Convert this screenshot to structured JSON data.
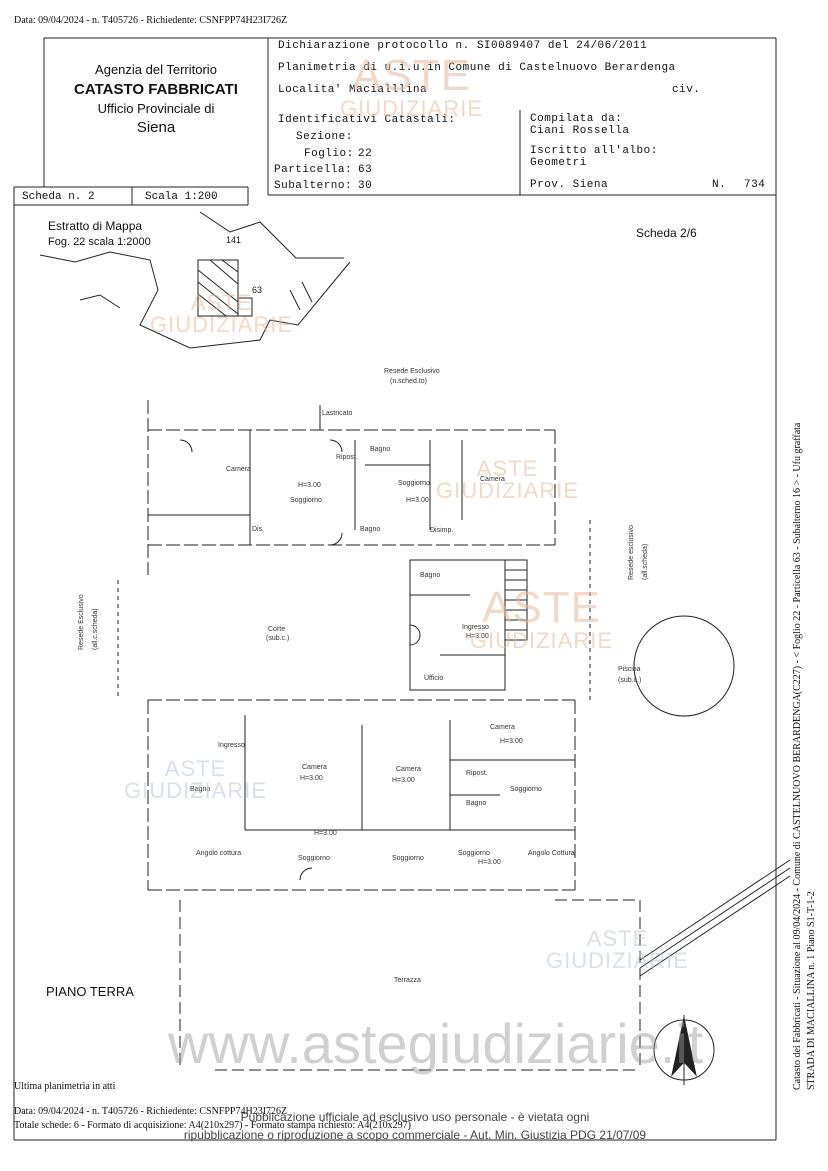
{
  "top_line": "Data: 09/04/2024 - n. T405726 - Richiedente: CSNFPP74H23I726Z",
  "header_left": {
    "agency": "Agenzia del Territorio",
    "catasto": "CATASTO FABBRICATI",
    "ufficio": "Ufficio Provinciale di",
    "city": "Siena"
  },
  "header_right": {
    "dichiarazione": "Dichiarazione protocollo n. SI0089407 del 24/06/2011",
    "planimetria": "Planimetria di u.i.u.in Comune di Castelnuovo Berardenga",
    "localita": "Localita' Macialllina",
    "civ": "civ.",
    "identificativi": "Identificativi Catastali:",
    "sezione_label": "Sezione:",
    "sezione_value": "",
    "foglio_label": "Foglio:",
    "foglio_value": "22",
    "particella_label": "Particella:",
    "particella_value": "63",
    "subalterno_label": "Subalterno:",
    "subalterno_value": "30",
    "compilata_label": "Compilata da:",
    "compilata_value": "Ciani Rossella",
    "iscritto_label": "Iscritto all'albo:",
    "iscritto_value": "Geometri",
    "prov_label": "Prov. Siena",
    "n_label": "N.",
    "n_value": "734"
  },
  "scheda_bar": {
    "scheda": "Scheda n. 2",
    "scala": "Scala 1:200"
  },
  "estratto": {
    "title": "Estratto di Mappa",
    "sub": "Fog. 22 scala 1:2000",
    "num_141": "141",
    "num_63": "63"
  },
  "scheda_right": "Scheda 2/6",
  "piano": "PIANO TERRA",
  "ultima": "Ultima planimetria in atti",
  "footer": {
    "line1": "Data: 09/04/2024 - n. T405726 - Richiedente: CSNFPP74H23I726Z",
    "line2": "Totale schede: 6 - Formato di acquisizione: A4(210x297) - Formato stampa richiesto: A4(210x297)",
    "pub1": "Pubblicazione ufficiale ad esclusivo uso personale - è vietata ogni",
    "pub2": "ripubblicazione o riproduzione a scopo commerciale - Aut. Min. Giustizia PDG 21/07/09"
  },
  "side_text": {
    "line1": "Catasto dei Fabbricati - Situazione al 09/04/2024 - Comune di CASTELNUOVO BERARDENGA(C227) - < Foglio 22 - Particella 63 - Subalterno 16 > - Ufu graffata",
    "line2": "STRADA DI MACIALLINA n. 1 Piano S1-T-1-2"
  },
  "watermark": {
    "aste": "ASTE",
    "giudiziarie": "GIUDIZIARIE",
    "site": "www.astegiudiziarie.it"
  },
  "rooms": {
    "resede_top": "Resede Esclusivo",
    "non_scheda": "(n.sched.to)",
    "lastricato": "Lastricato",
    "bagno1": "Bagno",
    "ripost1": "Ripost.",
    "camera1": "Camera",
    "h1": "H=3.00",
    "soggiorno1": "Soggiorno",
    "soggiorno2": "Soggiorno",
    "h2": "H=3.00",
    "camera2": "Camera",
    "disimp": "Dis.",
    "bagno2": "Bagno",
    "disimp2": "Disimp.",
    "bagno3": "Bagno",
    "ingresso1": "Ingresso",
    "h3": "H=3.00",
    "ufficio": "Ufficio",
    "corte": "Corte",
    "corte_sub": "(sub.c.)",
    "resede_left": "Resede Esclusivo",
    "resede_left_sub": "(all.c.scheda)",
    "resede_right": "Resede esclusivo",
    "resede_right_sub": "(all.scheda)",
    "piscina": "Piscina",
    "piscina_sub": "(sub.c.)",
    "ingresso2": "Ingresso",
    "bagno4": "Bagno",
    "camera3": "Camera",
    "h4": "H=3.00",
    "camera4": "Camera",
    "h5": "H=3.00",
    "camera5": "Camera",
    "h6": "H=3.00",
    "ripost2": "Ripost.",
    "bagno5": "Bagno",
    "soggiorno3": "Soggiorno",
    "soggiorno4": "Soggiorno",
    "soggiorno5": "Soggiorno",
    "soggiorno6": "Soggiorno",
    "h7": "H=3.00",
    "h8": "H=3.00",
    "angolo_cottura1": "Angolo cottura",
    "angolo_cottura2": "Angolo Cottura",
    "terrazza": "Terrazza"
  }
}
